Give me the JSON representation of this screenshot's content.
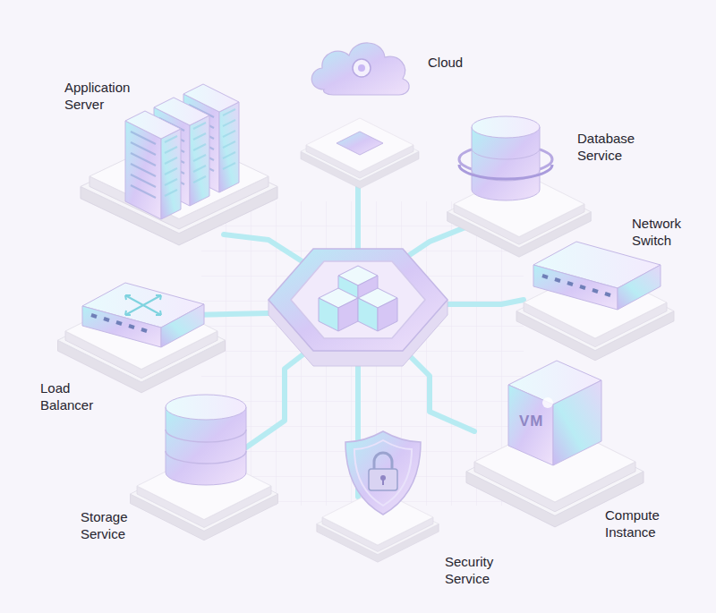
{
  "diagram": {
    "nodes": [
      {
        "text": [
          "Application Server"
        ]
      },
      {
        "text": [
          "Cloud"
        ]
      },
      {
        "text": [
          "Database Service"
        ]
      },
      {
        "text": [
          "Network Switch"
        ]
      },
      {
        "text": [
          "Load Balancer"
        ]
      },
      {
        "text": [
          "Storage Service"
        ]
      },
      {
        "text": [
          "Security Service"
        ]
      },
      {
        "text": [
          "Compute Instance"
        ]
      }
    ],
    "labels": [
      "VM"
    ]
  }
}
